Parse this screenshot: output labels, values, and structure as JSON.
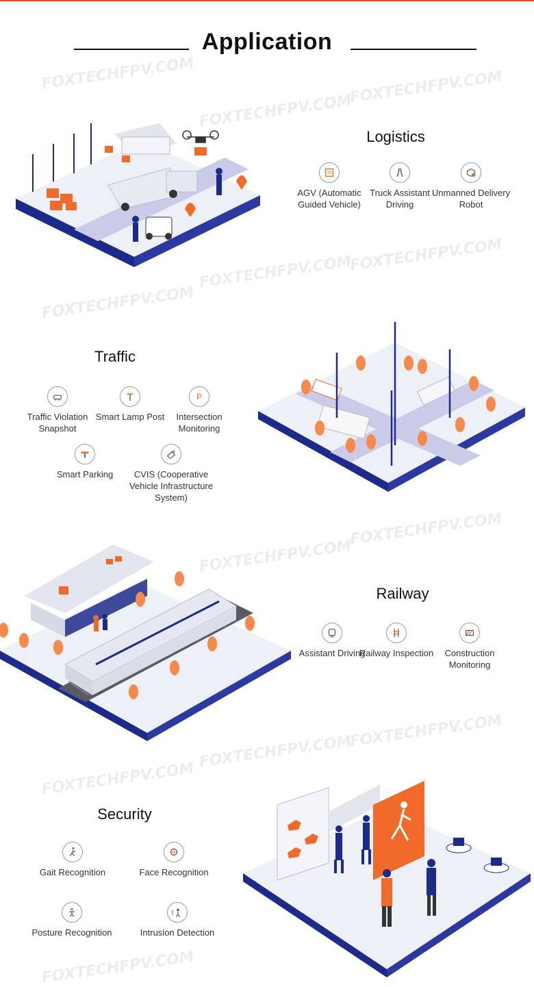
{
  "heading": "Application",
  "watermark": "FOXTECHFPV.COM",
  "colors": {
    "accent": "#f26a2a",
    "navy": "#1c2a8a",
    "road": "#c9cbe8",
    "grey": "#e6e6ec"
  },
  "sections": {
    "logistics": {
      "title": "Logistics",
      "items": [
        {
          "icon": "agv-icon",
          "label": "AGV (Automatic Guided Vehicle)"
        },
        {
          "icon": "truck-road-icon",
          "label": "Truck Assistant Driving"
        },
        {
          "icon": "package-location-icon",
          "label": "Unmanned Delivery Robot"
        }
      ]
    },
    "traffic": {
      "title": "Traffic",
      "items": [
        {
          "icon": "camera-car-icon",
          "label": "Traffic Violation Snapshot"
        },
        {
          "icon": "street-lamp-icon",
          "label": "Smart Lamp Post"
        },
        {
          "icon": "parking-icon",
          "label": "Intersection Monitoring"
        },
        {
          "icon": "parking-barrier-icon",
          "label": "Smart Parking"
        },
        {
          "icon": "cvis-icon",
          "label": "CVIS (Cooperative Vehicle Infrastructure System)"
        }
      ]
    },
    "railway": {
      "title": "Railway",
      "items": [
        {
          "icon": "train-assist-icon",
          "label": "Assistant Driving"
        },
        {
          "icon": "rail-inspection-icon",
          "label": "Railway Inspection"
        },
        {
          "icon": "construction-icon",
          "label": "Construction Monitoring"
        }
      ]
    },
    "security": {
      "title": "Security",
      "items": [
        {
          "icon": "walking-person-icon",
          "label": "Gait Recognition"
        },
        {
          "icon": "face-scan-icon",
          "label": "Face Recognition"
        },
        {
          "icon": "posture-icon",
          "label": "Posture Recognition"
        },
        {
          "icon": "intrusion-icon",
          "label": "Intrusion Detection"
        }
      ]
    }
  }
}
